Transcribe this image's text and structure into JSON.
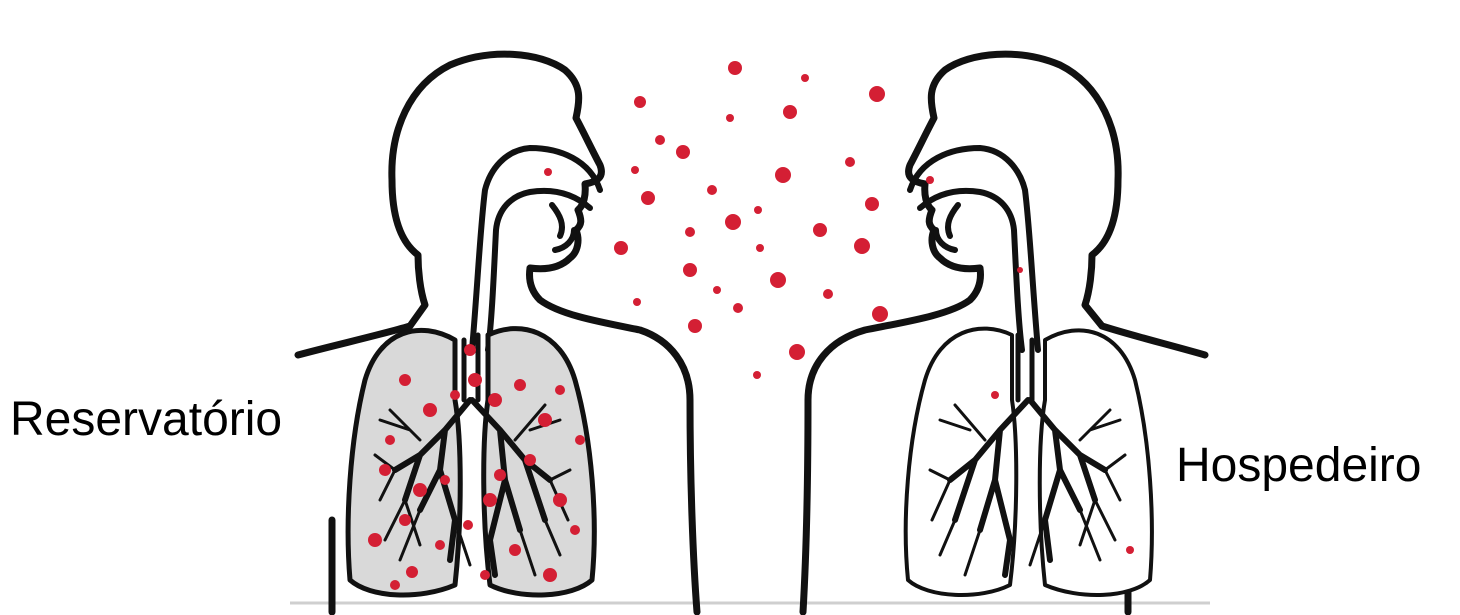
{
  "labels": {
    "reservoir": "Reservatório",
    "host": "Hospedeiro"
  },
  "colors": {
    "outline": "#111111",
    "droplet": "#d41f34",
    "lung_fill_infected": "#d9d9d9",
    "lung_fill_healthy": "#ffffff",
    "background": "#ffffff"
  },
  "figures": [
    {
      "name": "reservoir-person",
      "role": "source",
      "infected": true
    },
    {
      "name": "host-person",
      "role": "recipient",
      "infected": false
    }
  ]
}
